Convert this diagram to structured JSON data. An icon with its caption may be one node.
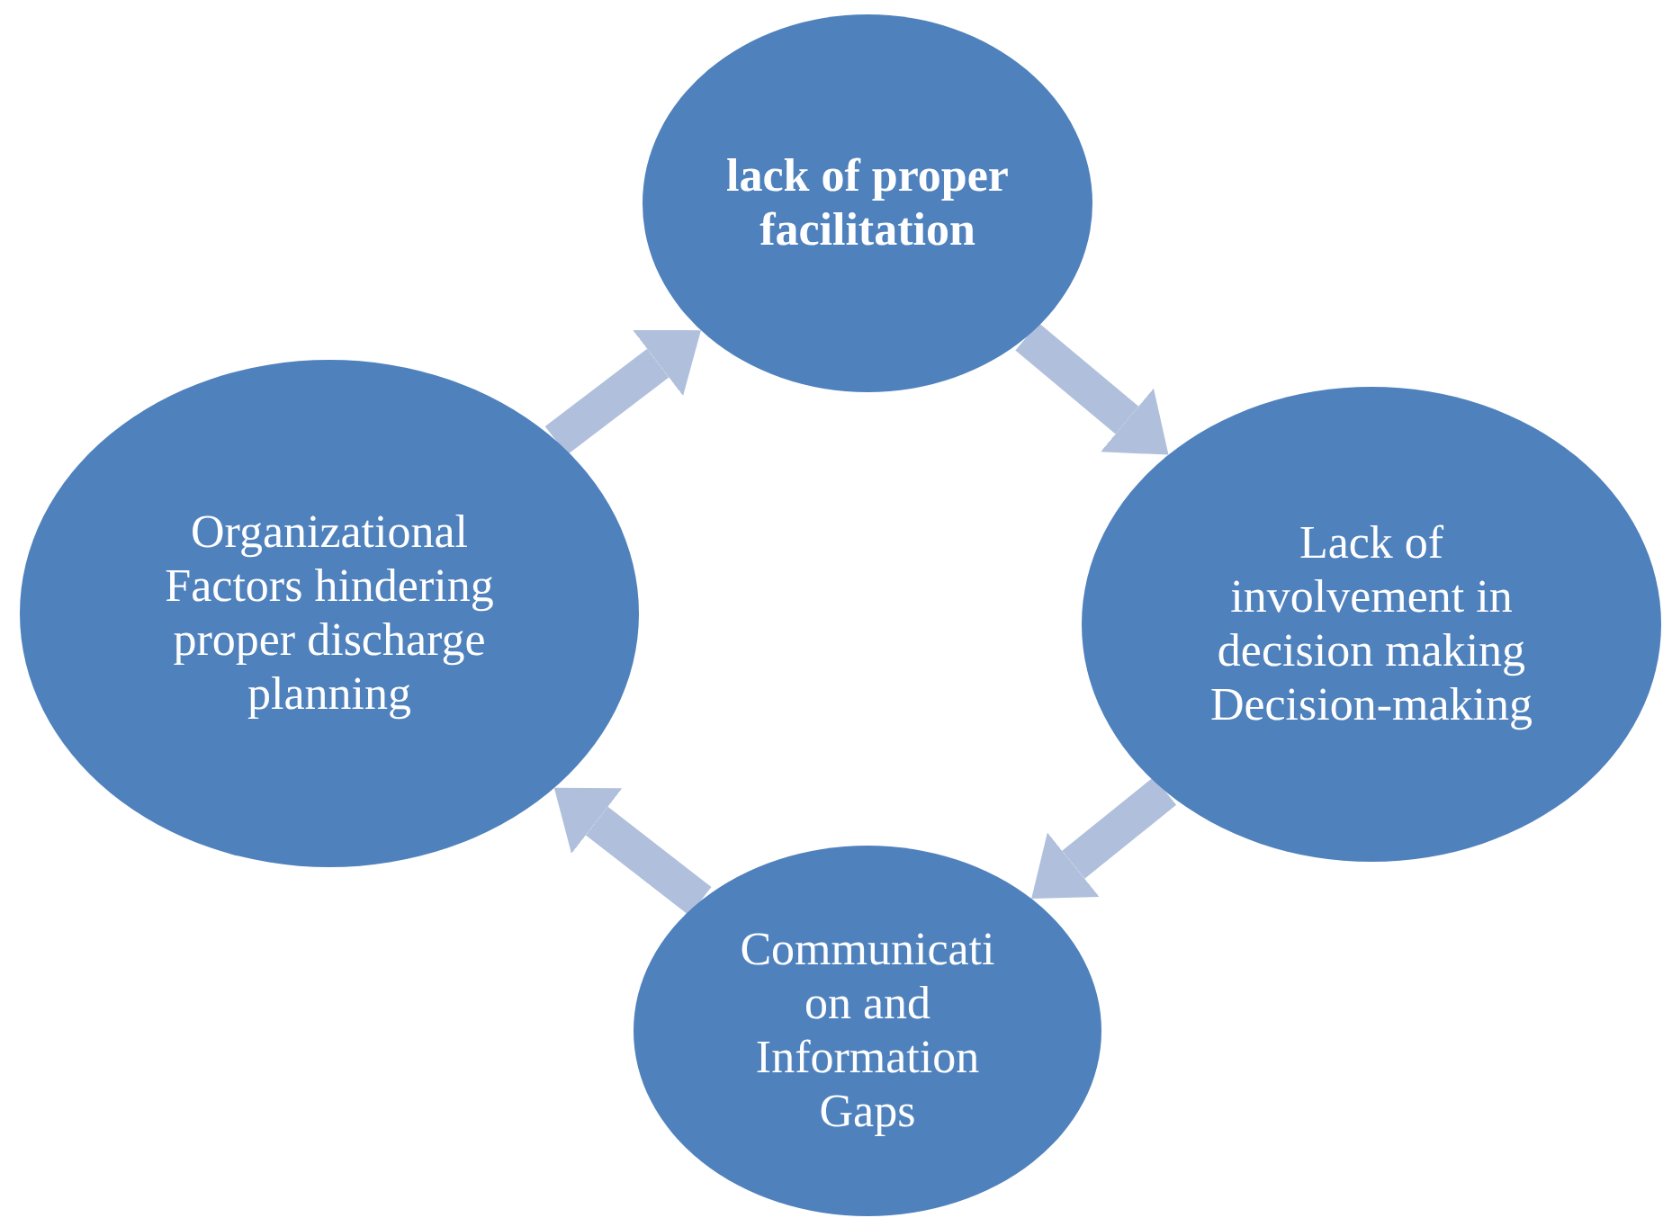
{
  "diagram": {
    "nodes": [
      {
        "text": [
          "lack of proper facilitation"
        ]
      },
      {
        "text": [
          "Lack of involvement in decision making Decision-making"
        ]
      },
      {
        "text": [
          "Communicati on and Information Gaps"
        ]
      },
      {
        "text": [
          "Organizational Factors hindering proper discharge planning"
        ]
      }
    ],
    "edges": [
      {
        "from": 0,
        "to": 1,
        "arrow": "to"
      },
      {
        "from": 1,
        "to": 2,
        "arrow": "to"
      },
      {
        "from": 2,
        "to": 3,
        "arrow": "to"
      },
      {
        "from": 3,
        "to": 0,
        "arrow": "to"
      }
    ]
  }
}
